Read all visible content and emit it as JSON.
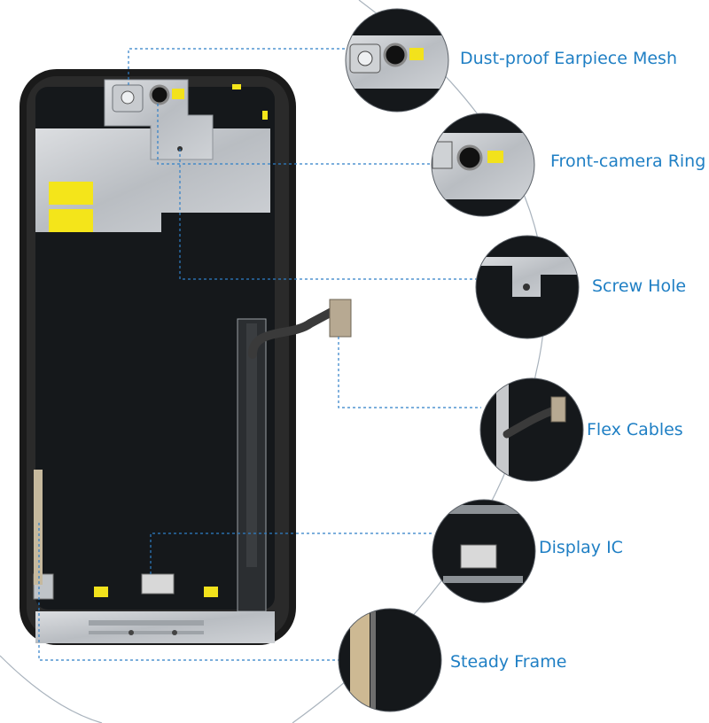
{
  "callouts": [
    {
      "id": "earpiece-mesh",
      "label": "Dust-proof Earpiece Mesh"
    },
    {
      "id": "front-camera-ring",
      "label": "Front-camera Ring"
    },
    {
      "id": "screw-hole",
      "label": "Screw Hole"
    },
    {
      "id": "flex-cables",
      "label": "Flex Cables"
    },
    {
      "id": "display-ic",
      "label": "Display IC"
    },
    {
      "id": "steady-frame",
      "label": "Steady Frame"
    }
  ],
  "colors": {
    "label": "#1f7fc4",
    "leader_line": "#2f7fc8",
    "arc": "#a9b3bd",
    "bezel": "#1a1a1a",
    "panel_black": "#15181b",
    "shield_metal": "#c9ccd0",
    "yellow_tape": "#f4e51a",
    "flex_cable": "#3a3a3a"
  }
}
